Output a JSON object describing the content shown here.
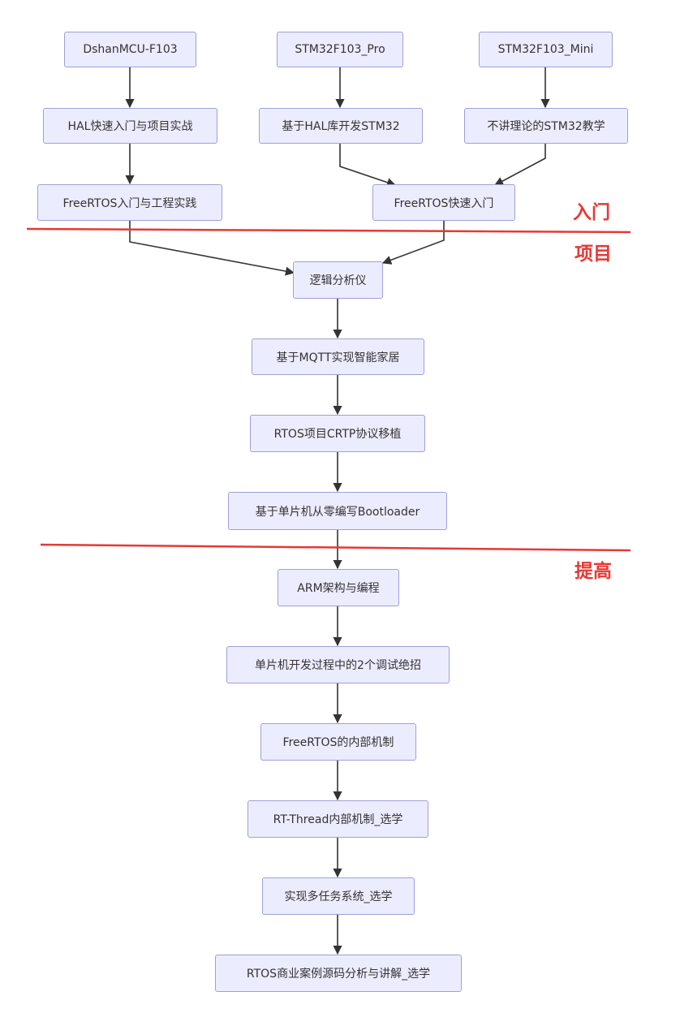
{
  "nodes": {
    "dshan": "DshanMCU-F103",
    "pro": "STM32F103_Pro",
    "mini": "STM32F103_Mini",
    "hal_course": "HAL快速入门与项目实战",
    "hal_lib": "基于HAL库开发STM32",
    "no_theory": "不讲理论的STM32教学",
    "freertos_practice": "FreeRTOS入门与工程实践",
    "freertos_quick": "FreeRTOS快速入门",
    "logic_analyzer": "逻辑分析仪",
    "mqtt_home": "基于MQTT实现智能家居",
    "crtp": "RTOS项目CRTP协议移植",
    "bootloader": "基于单片机从零编写Bootloader",
    "arm": "ARM架构与编程",
    "debug_tricks": "单片机开发过程中的2个调试绝招",
    "freertos_internal": "FreeRTOS的内部机制",
    "rtthread": "RT-Thread内部机制_选学",
    "multitask": "实现多任务系统_选学",
    "rtos_cases": "RTOS商业案例源码分析与讲解_选学"
  },
  "stages": {
    "intro": "入门",
    "project": "项目",
    "advanced": "提高"
  },
  "colors": {
    "node_fill": "#ececff",
    "node_border": "#9f9fd8",
    "arrow": "#333333",
    "divider": "#e53935"
  }
}
